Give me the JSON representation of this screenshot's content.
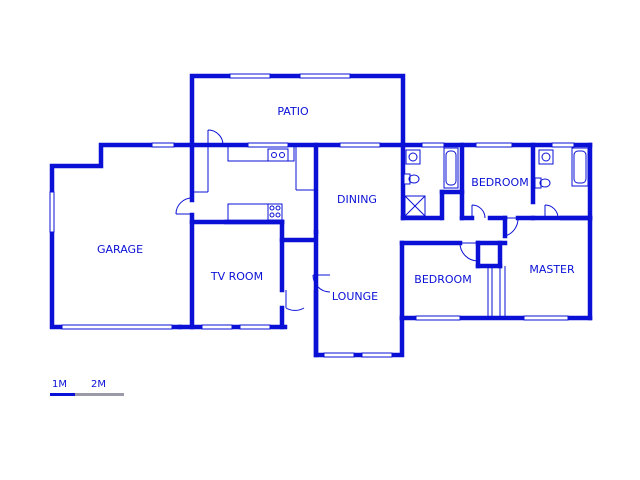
{
  "rooms": {
    "patio": "PATIO",
    "garage": "GARAGE",
    "dining": "DINING",
    "tv_room": "TV ROOM",
    "lounge": "LOUNGE",
    "bedroom_1": "BEDROOM",
    "bedroom_2": "BEDROOM",
    "master": "MASTER"
  },
  "scale": {
    "label_1": "1M",
    "label_2": "2M"
  },
  "colors": {
    "wall": "#0a10d6",
    "scale_gray": "#9a9aa8"
  }
}
